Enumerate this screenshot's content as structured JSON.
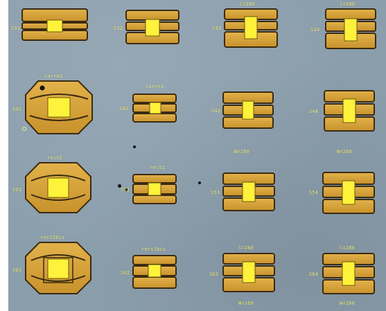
{
  "labels": {
    "r1": {
      "s31": "S31",
      "s32": "S32",
      "s33": "S33",
      "s34": "S34",
      "s33_top": "l=280",
      "s34_top": "l=280"
    },
    "r2": {
      "carre2": "carre2",
      "carre1": "carre1",
      "s41": "S41",
      "s42": "S42",
      "s43": "S43",
      "s44": "S44",
      "w43": "W=160",
      "w44": "W=280"
    },
    "r3": {
      "rect2": "rect2",
      "rect1": "rect1",
      "s51": "S51",
      "s52": "S52",
      "s53": "S53",
      "s54": "S54"
    },
    "r4": {
      "rect2bis": "rect2bis",
      "rect1bis": "rect1bis",
      "s61": "S61",
      "s62": "S62",
      "s63": "S63",
      "s64": "S64",
      "l63": "l=280",
      "l64": "l=280",
      "w63": "W=160",
      "w64": "W=280"
    }
  },
  "colors": {
    "background": "#8b9eac",
    "gold": "#d8a53a",
    "gold_border": "#3a2a12",
    "pad": "#fff23a",
    "label": "#f2ef7a"
  }
}
